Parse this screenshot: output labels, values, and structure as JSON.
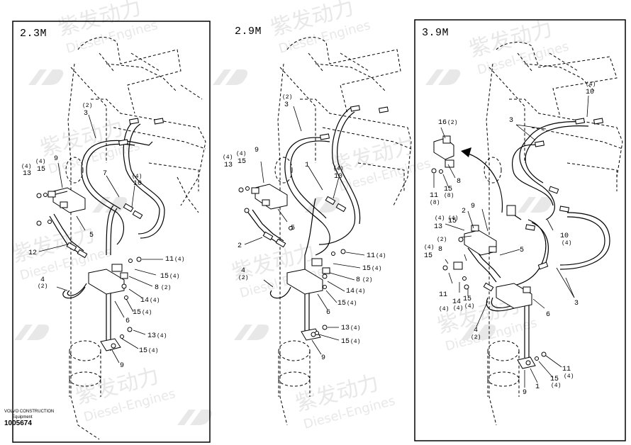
{
  "panels": [
    {
      "title": "2.3M"
    },
    {
      "title": "2.9M"
    },
    {
      "title": "3.9M"
    }
  ],
  "callouts": {
    "p1": {
      "c1": "(2)",
      "c2": "3",
      "c3": "9",
      "c4": "(4)",
      "c5": "13",
      "c6": "(4)",
      "c7": "15",
      "c8": "7",
      "c9": "(4)",
      "c10": "10",
      "c11": "5",
      "c12": "12",
      "c13": "11",
      "c14": "(4)",
      "c15": "15",
      "c16": "(4)",
      "c17": "8",
      "c18": "(2)",
      "c19": "14",
      "c20": "(4)",
      "c21": "15",
      "c22": "(4)",
      "c23": "4",
      "c24": "(2)",
      "c25": "6",
      "c26": "13",
      "c27": "(4)",
      "c28": "15",
      "c29": "(4)",
      "c30": "9"
    },
    "p2": {
      "c1": "(2)",
      "c2": "3",
      "c3": "9",
      "c4": "(4)",
      "c5": "13",
      "c6": "(4)",
      "c7": "15",
      "c8": "1",
      "c9": "(4)",
      "c10": "10",
      "c11": "5",
      "c12": "2",
      "c13": "11",
      "c14": "(4)",
      "c15": "15",
      "c16": "(4)",
      "c17": "8",
      "c18": "(2)",
      "c19": "14",
      "c20": "(4)",
      "c21": "15",
      "c22": "(4)",
      "c23": "4",
      "c24": "(2)",
      "c25": "6",
      "c26": "13",
      "c27": "(4)",
      "c28": "15",
      "c29": "(4)",
      "c30": "9"
    },
    "p3": {
      "c1": "(4)",
      "c2": "10",
      "c3": "16",
      "c4": "(2)",
      "c5": "3",
      "c6": "8",
      "c7": "11",
      "c8": "(8)",
      "c9": "15",
      "c10": "(8)",
      "c11": "9",
      "c12": "2",
      "c13": "(4)",
      "c14": "13",
      "c15": "(4)",
      "c16": "15",
      "c17": "(2)",
      "c18": "8",
      "c19": "(4)",
      "c20": "15",
      "c21": "5",
      "c22": "10",
      "c23": "(4)",
      "c24": "11",
      "c25": "(4)",
      "c26": "14",
      "c27": "(4)",
      "c28": "15",
      "c29": "(4)",
      "c30": "3",
      "c31": "6",
      "c32": "4",
      "c33": "(2)",
      "c34": "11",
      "c35": "(4)",
      "c36": "15",
      "c37": "(4)",
      "c38": "1",
      "c39": "9"
    }
  },
  "footer": {
    "brand_line1": "VOLVO CONSTRUCTION",
    "brand_line2": "Equipment",
    "part_number": "1005674"
  },
  "watermark": {
    "cn": "紫发动力",
    "en": "Diesel-Engines"
  }
}
